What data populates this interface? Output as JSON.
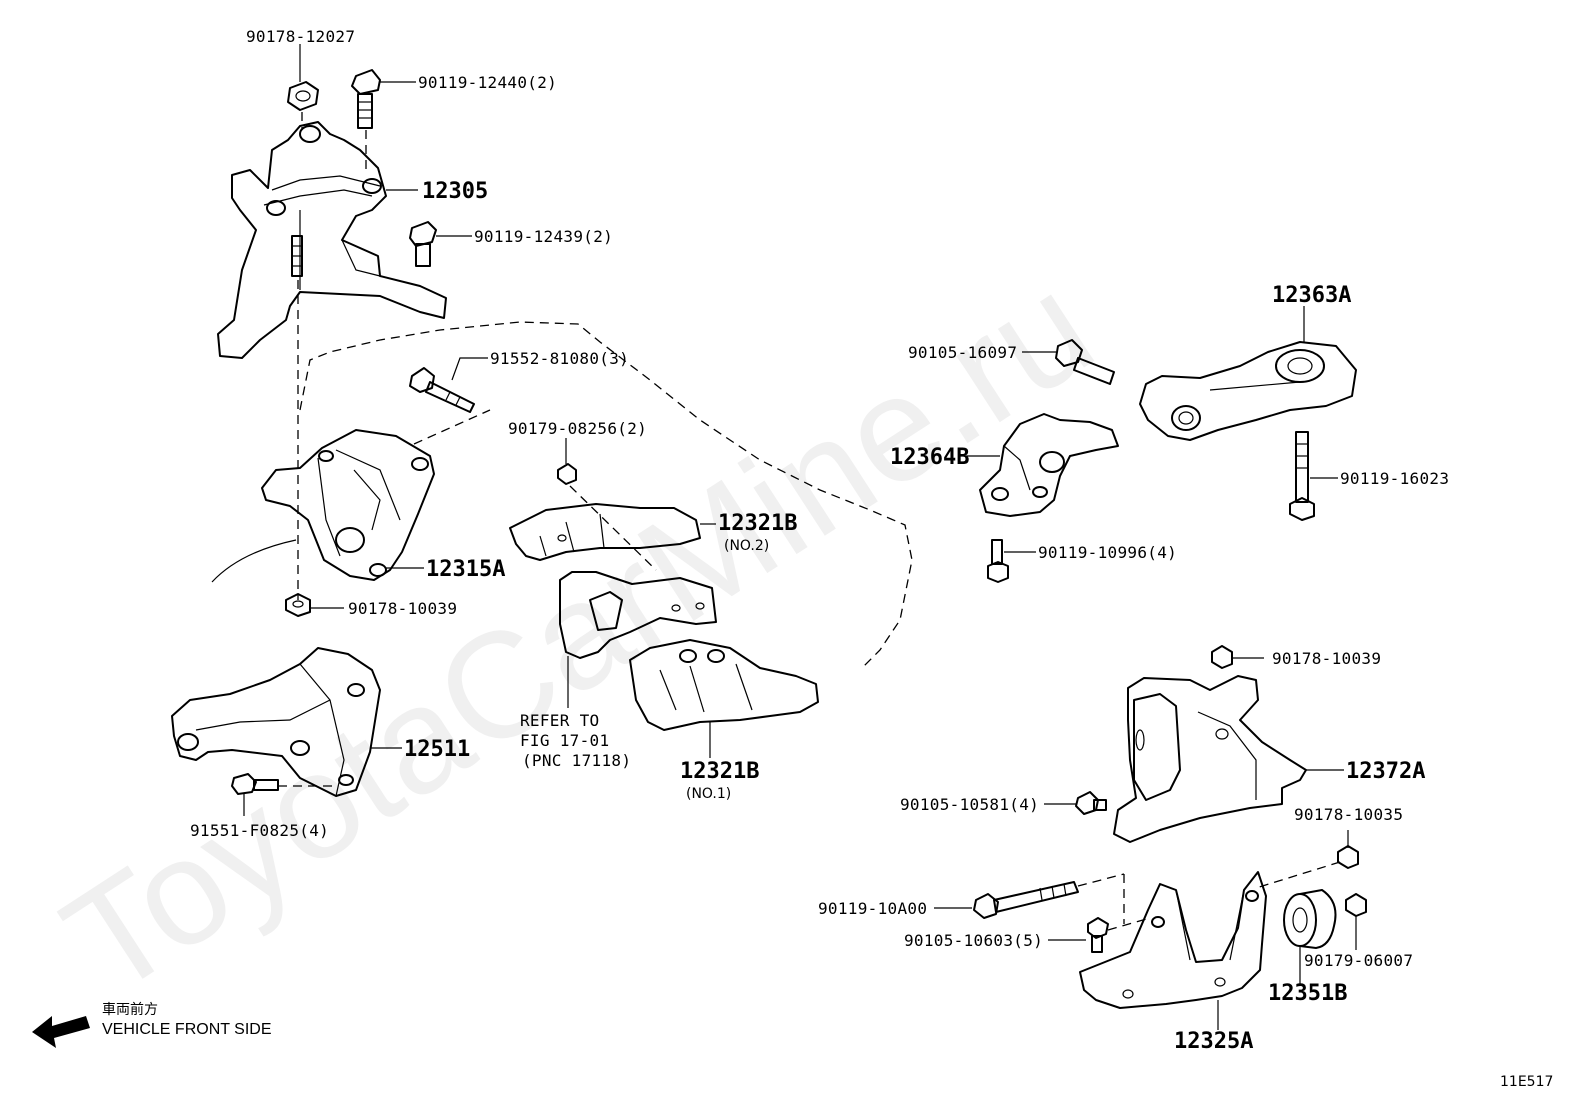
{
  "watermark": "ToyotaCarMine.ru",
  "figure_code": "11E517",
  "direction": {
    "japanese": "車両前方",
    "english": "VEHICLE FRONT SIDE"
  },
  "refer": {
    "line1": "REFER TO",
    "line2": "FIG 17-01",
    "line3": "(PNC 17118)"
  },
  "labels": {
    "p90178_12027": "90178-12027",
    "p90119_12440": "90119-12440(2)",
    "p12305": "12305",
    "p90119_12439": "90119-12439(2)",
    "p91552_81080": "91552-81080(3)",
    "p90179_08256": "90179-08256(2)",
    "p12321B_top": "12321B",
    "p12321B_top_sub": "(NO.2)",
    "p12315A": "12315A",
    "p90178_10039_left": "90178-10039",
    "p12511": "12511",
    "p91551_F0825": "91551-F0825(4)",
    "p12321B_bottom": "12321B",
    "p12321B_bottom_sub": "(NO.1)",
    "p12363A": "12363A",
    "p90105_16097": "90105-16097",
    "p12364B": "12364B",
    "p90119_16023": "90119-16023",
    "p90119_10996": "90119-10996(4)",
    "p90178_10039_right": "90178-10039",
    "p12372A": "12372A",
    "p90105_10581": "90105-10581(4)",
    "p90178_10035": "90178-10035",
    "p90119_10A00": "90119-10A00",
    "p90105_10603": "90105-10603(5)",
    "p90179_06007": "90179-06007",
    "p12351B": "12351B",
    "p12325A": "12325A"
  }
}
